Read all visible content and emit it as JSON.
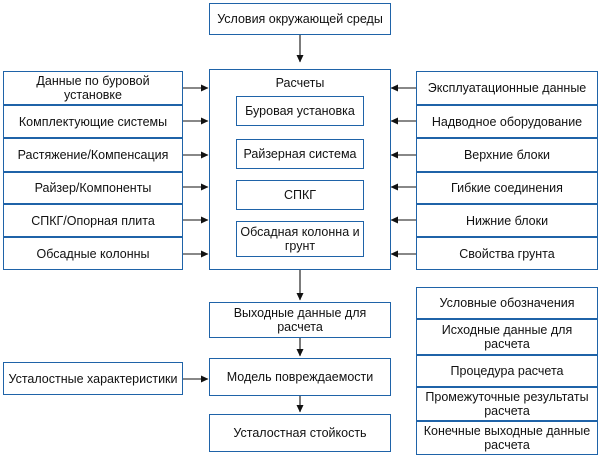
{
  "top": "Условия окружающей среды",
  "calc_title": "Расчеты",
  "calc_items": [
    "Буровая установка",
    "Райзерная система",
    "СПКГ",
    "Обсадная колонна и грунт"
  ],
  "left_inputs": [
    "Данные по буровой установке",
    "Комплектующие системы",
    "Растяжение/Компенсация",
    "Райзер/Компоненты",
    "СПКГ/Опорная плита",
    "Обсадные колонны"
  ],
  "right_inputs": [
    "Эксплуатационные данные",
    "Надводное оборудование",
    "Верхние блоки",
    "Гибкие соединения",
    "Нижние блоки",
    "Свойства грунта"
  ],
  "output": "Выходные данные для расчета",
  "fatigue_chars": "Усталостные характеристики",
  "damage_model": "Модель повреждаемости",
  "fatigue_life": "Усталостная стойкость",
  "legend": [
    "Условные обозначения",
    "Исходные данные для расчета",
    "Процедура расчета",
    "Промежуточные результаты расчета",
    "Конечные выходные данные расчета"
  ]
}
